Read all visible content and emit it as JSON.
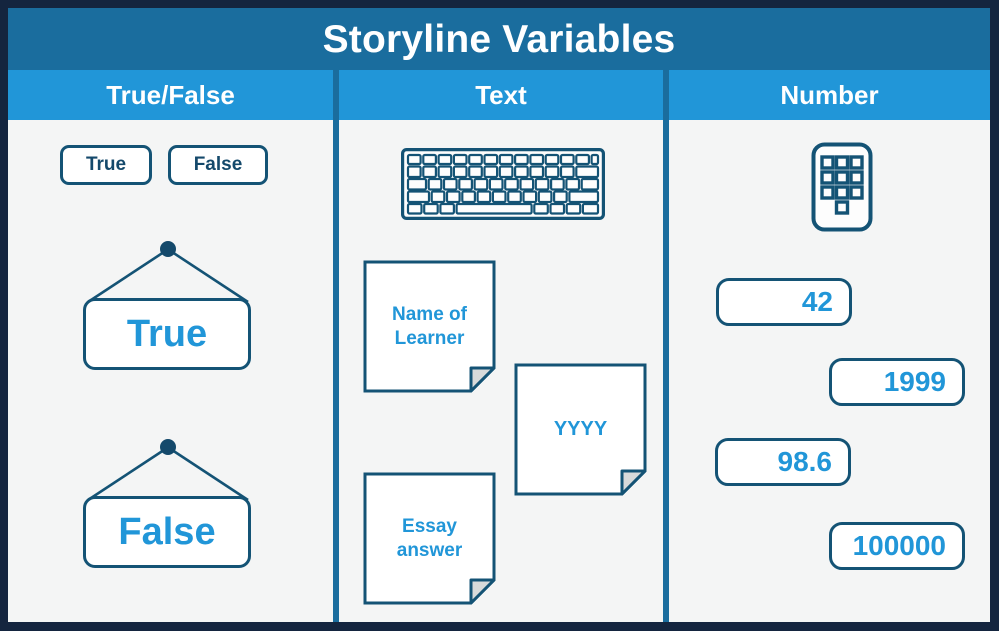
{
  "title": "Storyline Variables",
  "colors": {
    "frame_border": "#14253f",
    "title_bar": "#1a6d9e",
    "column_header": "#2196d8",
    "board_background": "#f4f5f5",
    "outline_navy": "#145375",
    "accent_blue": "#2196d8"
  },
  "columns": [
    {
      "header": "True/False",
      "pills": [
        {
          "label": "True"
        },
        {
          "label": "False"
        }
      ],
      "signs": [
        {
          "label": "True"
        },
        {
          "label": "False"
        }
      ]
    },
    {
      "header": "Text",
      "icon": "keyboard-icon",
      "notes": [
        {
          "label": "Name of\nLearner"
        },
        {
          "label": "YYYY"
        },
        {
          "label": "Essay\nanswer"
        }
      ]
    },
    {
      "header": "Number",
      "icon": "keypad-icon",
      "values": [
        {
          "label": "42"
        },
        {
          "label": "1999"
        },
        {
          "label": "98.6"
        },
        {
          "label": "100000"
        }
      ]
    }
  ]
}
